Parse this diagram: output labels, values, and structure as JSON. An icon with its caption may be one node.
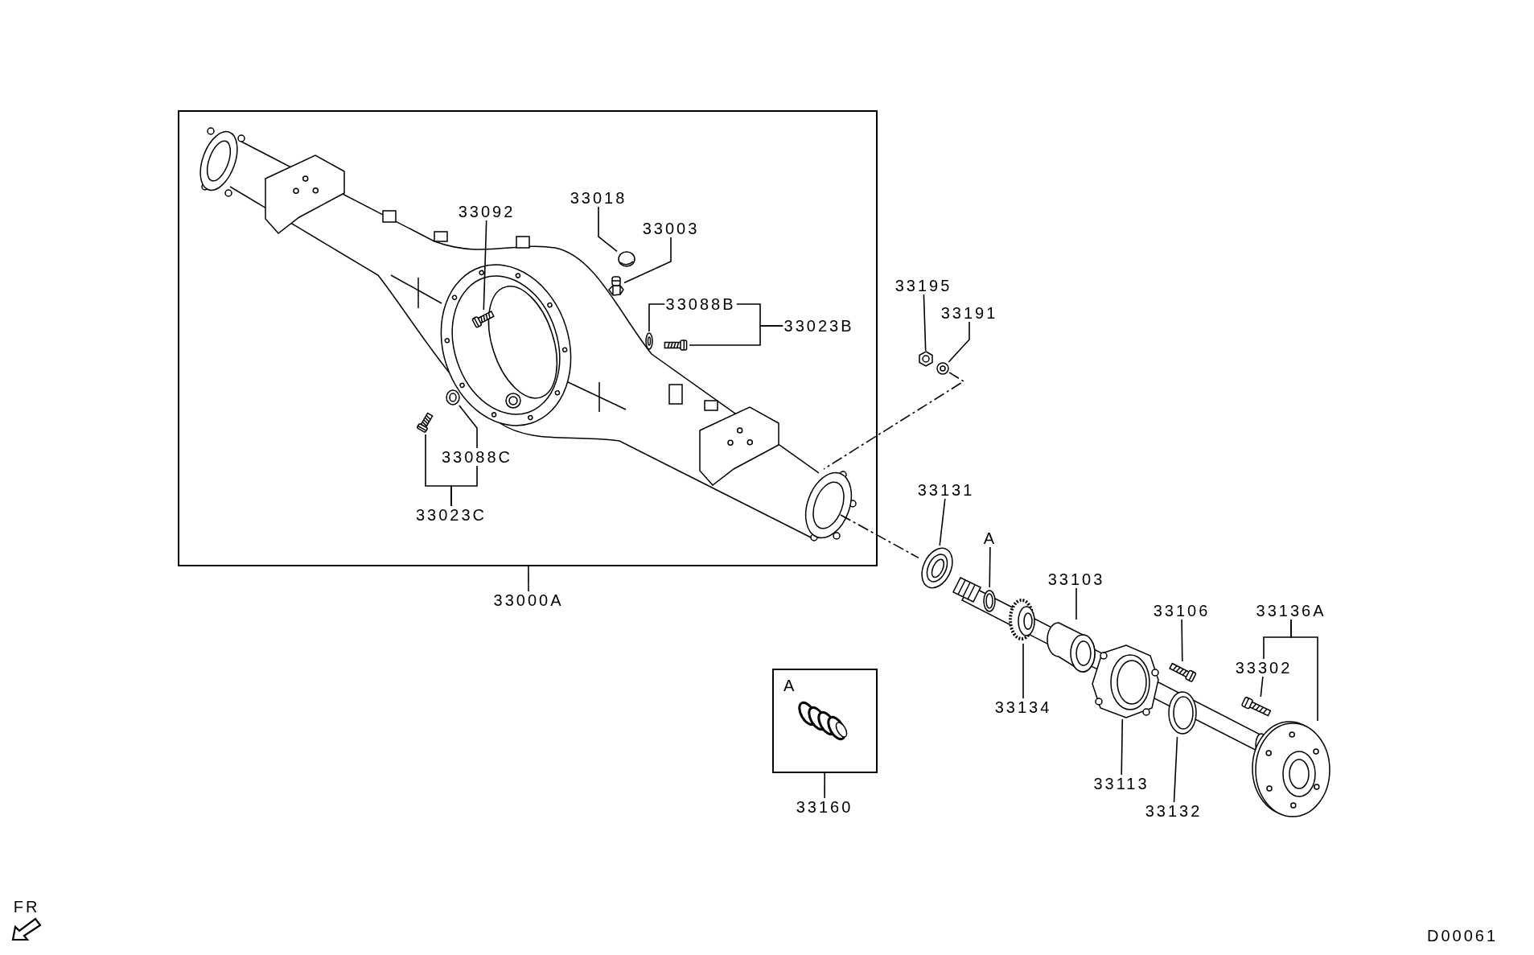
{
  "diagram": {
    "nodes": [
      {
        "text": [],
        "shape": "box"
      },
      {
        "text": [
          "33092"
        ],
        "in": 0
      },
      {
        "text": [
          "33018"
        ],
        "in": 0
      },
      {
        "text": [
          "33003"
        ],
        "in": 0
      },
      {
        "text": [
          "33088B"
        ],
        "in": 0
      },
      {
        "text": [
          "33023B"
        ],
        "in": 0
      },
      {
        "text": [
          "33088C"
        ],
        "in": 0
      },
      {
        "text": [
          "33023C"
        ],
        "in": 0
      },
      {
        "text": [],
        "shape": "picture",
        "in": 0
      },
      {
        "text": [],
        "shape": "picture",
        "in": 0
      },
      {
        "text": [],
        "shape": "picture",
        "in": 0
      },
      {
        "text": [],
        "shape": "picture",
        "in": 0
      },
      {
        "text": [],
        "shape": "picture",
        "in": 0
      },
      {
        "text": [],
        "shape": "picture",
        "in": 0
      },
      {
        "text": [],
        "shape": "picture",
        "in": 0
      },
      {
        "text": [
          "33000A"
        ]
      },
      {
        "text": [
          "33195"
        ]
      },
      {
        "text": [
          "33191"
        ]
      },
      {
        "text": [],
        "shape": "picture"
      },
      {
        "text": [],
        "shape": "picture"
      },
      {
        "text": [
          "33131"
        ]
      },
      {
        "text": [],
        "shape": "picture"
      },
      {
        "text": [
          "A"
        ]
      },
      {
        "text": [
          "33103"
        ]
      },
      {
        "text": [
          "33106"
        ]
      },
      {
        "text": [
          "33136A"
        ]
      },
      {
        "text": [
          "33302"
        ]
      },
      {
        "text": [],
        "shape": "picture"
      },
      {
        "text": [],
        "shape": "picture"
      },
      {
        "text": [],
        "shape": "picture"
      },
      {
        "text": [],
        "shape": "picture"
      },
      {
        "text": [],
        "shape": "picture"
      },
      {
        "text": [],
        "shape": "picture"
      },
      {
        "text": [],
        "shape": "picture"
      },
      {
        "text": [
          "33134"
        ]
      },
      {
        "text": [
          "33113"
        ]
      },
      {
        "text": [
          "33132"
        ]
      },
      {
        "text": [
          "A"
        ]
      },
      {
        "text": [
          "33160"
        ]
      },
      {
        "text": [],
        "shape": "picture"
      }
    ],
    "edges": [
      {
        "from": 1,
        "to": 8,
        "arrow": "none"
      },
      {
        "from": 2,
        "to": 9,
        "arrow": "none"
      },
      {
        "from": 3,
        "to": 10,
        "arrow": "none"
      },
      {
        "from": 4,
        "to": 11,
        "arrow": "none"
      },
      {
        "from": 5,
        "to": 12,
        "arrow": "none"
      },
      {
        "from": 5,
        "to": 4,
        "arrow": "none"
      },
      {
        "from": 6,
        "to": 14,
        "arrow": "none"
      },
      {
        "from": 7,
        "to": 13,
        "arrow": "none"
      },
      {
        "from": 7,
        "to": 6,
        "arrow": "none"
      },
      {
        "from": 15,
        "to": 0,
        "arrow": "none"
      },
      {
        "from": 16,
        "to": 18,
        "arrow": "none"
      },
      {
        "from": 17,
        "to": 19,
        "arrow": "none"
      },
      {
        "from": 19,
        "to": null,
        "arrow": "none",
        "style": "dashed"
      },
      {
        "from": null,
        "to": 21,
        "arrow": "none",
        "style": "dashed"
      },
      {
        "from": 20,
        "to": 21,
        "arrow": "none"
      },
      {
        "from": 22,
        "to": 27,
        "arrow": "none"
      },
      {
        "from": 23,
        "to": 29,
        "arrow": "none"
      },
      {
        "from": 24,
        "to": 31,
        "arrow": "none"
      },
      {
        "from": 25,
        "to": 26,
        "arrow": "none"
      },
      {
        "from": 25,
        "to": 39,
        "arrow": "none"
      },
      {
        "from": 26,
        "to": 33,
        "arrow": "none"
      },
      {
        "from": 34,
        "to": 28,
        "arrow": "none"
      },
      {
        "from": 35,
        "to": 30,
        "arrow": "none"
      },
      {
        "from": 36,
        "to": 32,
        "arrow": "none"
      },
      {
        "from": 38,
        "to": 37,
        "arrow": "none"
      }
    ],
    "labels": [
      "FR",
      "D00061"
    ]
  }
}
